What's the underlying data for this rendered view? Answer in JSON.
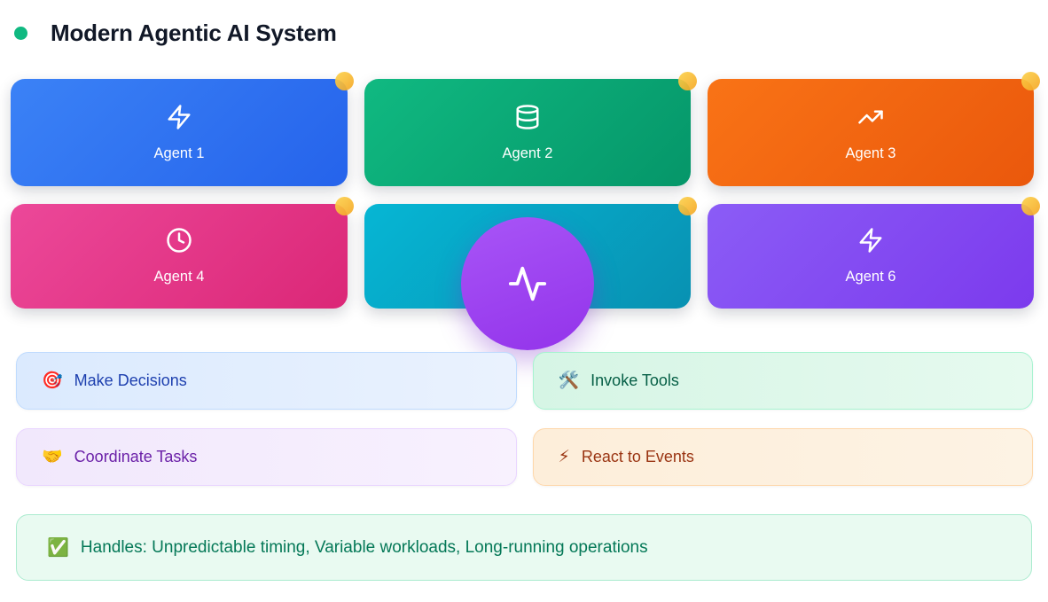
{
  "title": "Modern Agentic AI System",
  "title_dot_color": "#10b981",
  "corner_dot_color": "#fbbf24",
  "agents": [
    {
      "label": "Agent 1",
      "icon": "zap-icon",
      "gradient_from": "#3b82f6",
      "gradient_to": "#2563eb"
    },
    {
      "label": "Agent 2",
      "icon": "database-icon",
      "gradient_from": "#10b981",
      "gradient_to": "#059669"
    },
    {
      "label": "Agent 3",
      "icon": "trending-up-icon",
      "gradient_from": "#f97316",
      "gradient_to": "#ea580c"
    },
    {
      "label": "Agent 4",
      "icon": "clock-icon",
      "gradient_from": "#ec4899",
      "gradient_to": "#db2777"
    },
    {
      "label": "",
      "icon": "",
      "gradient_from": "#06b6d4",
      "gradient_to": "#0891b2"
    },
    {
      "label": "Agent 6",
      "icon": "zap-icon",
      "gradient_from": "#8b5cf6",
      "gradient_to": "#7c3aed"
    }
  ],
  "overlay": {
    "icon": "activity-icon",
    "gradient_from": "#a855f7",
    "gradient_to": "#9333ea"
  },
  "capabilities": [
    {
      "label": "Make Decisions",
      "emoji": "🎯",
      "text_color": "#1e40af",
      "bg": "#dbeafe",
      "border": "#bfdbfe"
    },
    {
      "label": "Invoke Tools",
      "emoji": "🛠️",
      "text_color": "#065f46",
      "bg": "#d6f5e5",
      "border": "#a7f3d0"
    },
    {
      "label": "Coordinate Tasks",
      "emoji": "🤝",
      "text_color": "#6b21a8",
      "bg": "#f1e8fc",
      "border": "#e9d5ff"
    },
    {
      "label": "React to Events",
      "emoji": "⚡",
      "text_color": "#9a3412",
      "bg": "#fdeeda",
      "border": "#fed7aa"
    }
  ],
  "banner": {
    "emoji": "✅",
    "text": "Handles: Unpredictable timing, Variable workloads, Long-running operations",
    "text_color": "#047857",
    "bg": "#e9faf1",
    "border": "#abebcf"
  }
}
